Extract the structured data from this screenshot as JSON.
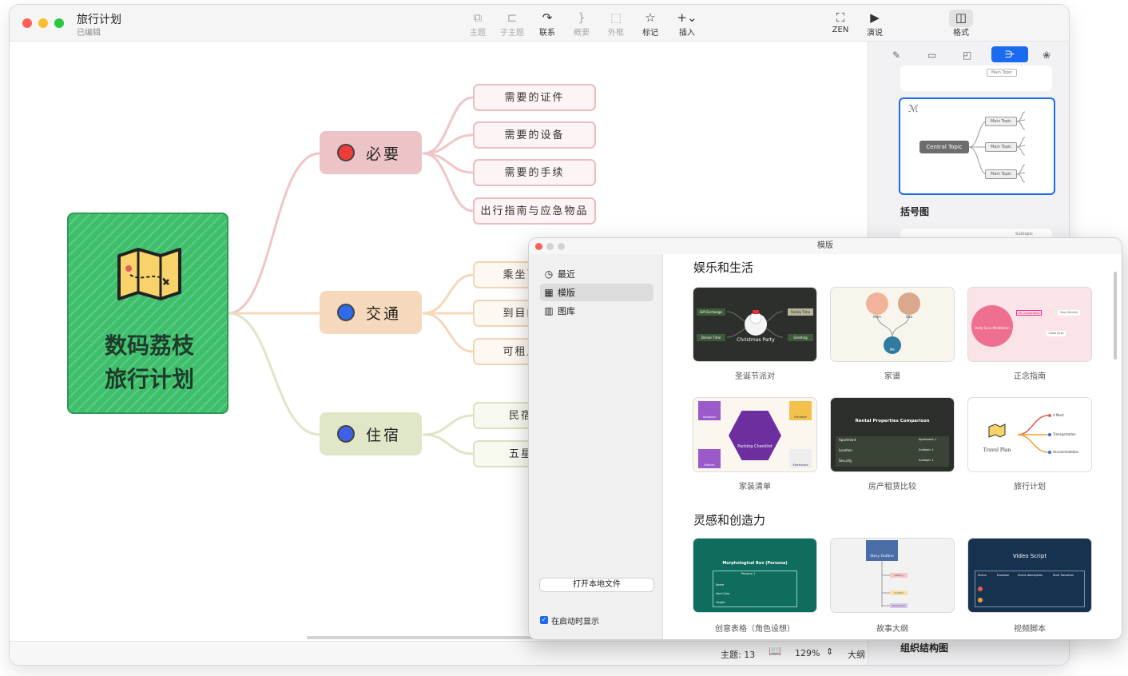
{
  "app": {
    "title": "旅行计划",
    "subtitle": "已编辑"
  },
  "toolbar": {
    "items": [
      {
        "label": "主题",
        "icon": "topic-icon",
        "glyph": "⧉",
        "enabled": false
      },
      {
        "label": "子主题",
        "icon": "subtopic-icon",
        "glyph": "⊏",
        "enabled": false
      },
      {
        "label": "联系",
        "icon": "relationship-icon",
        "glyph": "↷",
        "enabled": true
      },
      {
        "label": "概要",
        "icon": "summary-icon",
        "glyph": "}",
        "enabled": false
      },
      {
        "label": "外框",
        "icon": "boundary-icon",
        "glyph": "⬚",
        "enabled": false
      },
      {
        "label": "标记",
        "icon": "star-icon",
        "glyph": "☆",
        "enabled": true
      },
      {
        "label": "插入",
        "icon": "plus-icon",
        "glyph": "+⌄",
        "enabled": true
      }
    ],
    "zen": {
      "label": "ZEN",
      "glyph": "⛶"
    },
    "present": {
      "label": "演说",
      "glyph": "▶"
    },
    "format": {
      "label": "格式",
      "glyph": "◫"
    }
  },
  "mindmap": {
    "central": {
      "line1": "数码荔枝",
      "line2": "旅行计划",
      "icon": "map-icon"
    },
    "branches": [
      {
        "label": "必要",
        "color": "#f03b3b",
        "bg": "#ecc3c6",
        "children": [
          "需要的证件",
          "需要的设备",
          "需要的手续",
          "出行指南与应急物品"
        ]
      },
      {
        "label": "交通",
        "color": "#2d6bea",
        "bg": "#f6d9bc",
        "children": [
          "乘坐飞",
          "到目的",
          "可租用"
        ]
      },
      {
        "label": "住宿",
        "color": "#3d62e8",
        "bg": "#e0e7c8",
        "children": [
          "民宿",
          "五星"
        ]
      }
    ]
  },
  "status": {
    "topics": "主题: 13",
    "zoom": "129%",
    "outline": "大纲"
  },
  "format_panel": {
    "tabs": [
      "style-icon",
      "slide-icon",
      "sticker-icon",
      "structure-icon",
      "theme-icon"
    ],
    "active_tab": 3,
    "section1": "括号图",
    "section2": "组织结构图",
    "preview": {
      "central": "Central Topic",
      "mains": [
        "Main Topic",
        "Main Topic",
        "Main Topic"
      ],
      "sub": "Subtopic",
      "top": "Main Topic"
    }
  },
  "template_dialog": {
    "title": "模版",
    "nav": [
      {
        "label": "最近",
        "glyph": "◷",
        "active": false
      },
      {
        "label": "模版",
        "glyph": "▦",
        "active": true
      },
      {
        "label": "图库",
        "glyph": "▥",
        "active": false
      }
    ],
    "open_local": "打开本地文件",
    "show_on_launch": "在启动时显示",
    "show_on_launch_checked": true,
    "sections": [
      {
        "title": "娱乐和生活",
        "cards": [
          {
            "caption": "圣诞节派对",
            "center": "Christmas Party",
            "tags": [
              "Gift Exchange",
              "Family Time",
              "Dinner Time",
              "Greeting"
            ]
          },
          {
            "caption": "家谱",
            "tags": [
              "Mom",
              "Dad",
              "Me"
            ]
          },
          {
            "caption": "正念指南",
            "center": "Body Scan Meditation",
            "tags": [
              "Sit Comfortably",
              "Stay Mindful",
              "Close Eyes"
            ]
          },
          {
            "caption": "家装清单",
            "center": "Packing Checklist",
            "tags": [
              "Bedroom",
              "Furniture",
              "Kitchen",
              "Electronics"
            ]
          },
          {
            "caption": "房产租赁比较",
            "center": "Rental Properties Comparison",
            "tags": [
              "Apartment",
              "Location",
              "Security",
              "Apartment 1",
              "Subtopic 1",
              "Subtopic 1"
            ]
          },
          {
            "caption": "旅行计划",
            "center": "Travel Plan",
            "tags": [
              "A Must",
              "Transportation",
              "Accommodation"
            ]
          }
        ]
      },
      {
        "title": "灵感和创造力",
        "cards": [
          {
            "caption": "创意表格（角色设想）",
            "center": "Morphological Box (Persona)",
            "tags": [
              "Persona 1",
              "Name",
              "Hair Color",
              "Height"
            ]
          },
          {
            "caption": "故事大纲",
            "center": "Story Outline",
            "tags": [
              "Setting",
              "Conflict",
              "Resolution"
            ]
          },
          {
            "caption": "视频脚本",
            "center": "Video Script",
            "tags": [
              "Scene",
              "Duration",
              "Scene description",
              "Shot Transition"
            ]
          }
        ]
      }
    ]
  },
  "colors": {
    "accent": "#1a6bf0",
    "central": "#3dbf6b",
    "traffic_red": "#fe5f57",
    "traffic_yellow": "#febc2e",
    "traffic_green": "#28c840"
  }
}
